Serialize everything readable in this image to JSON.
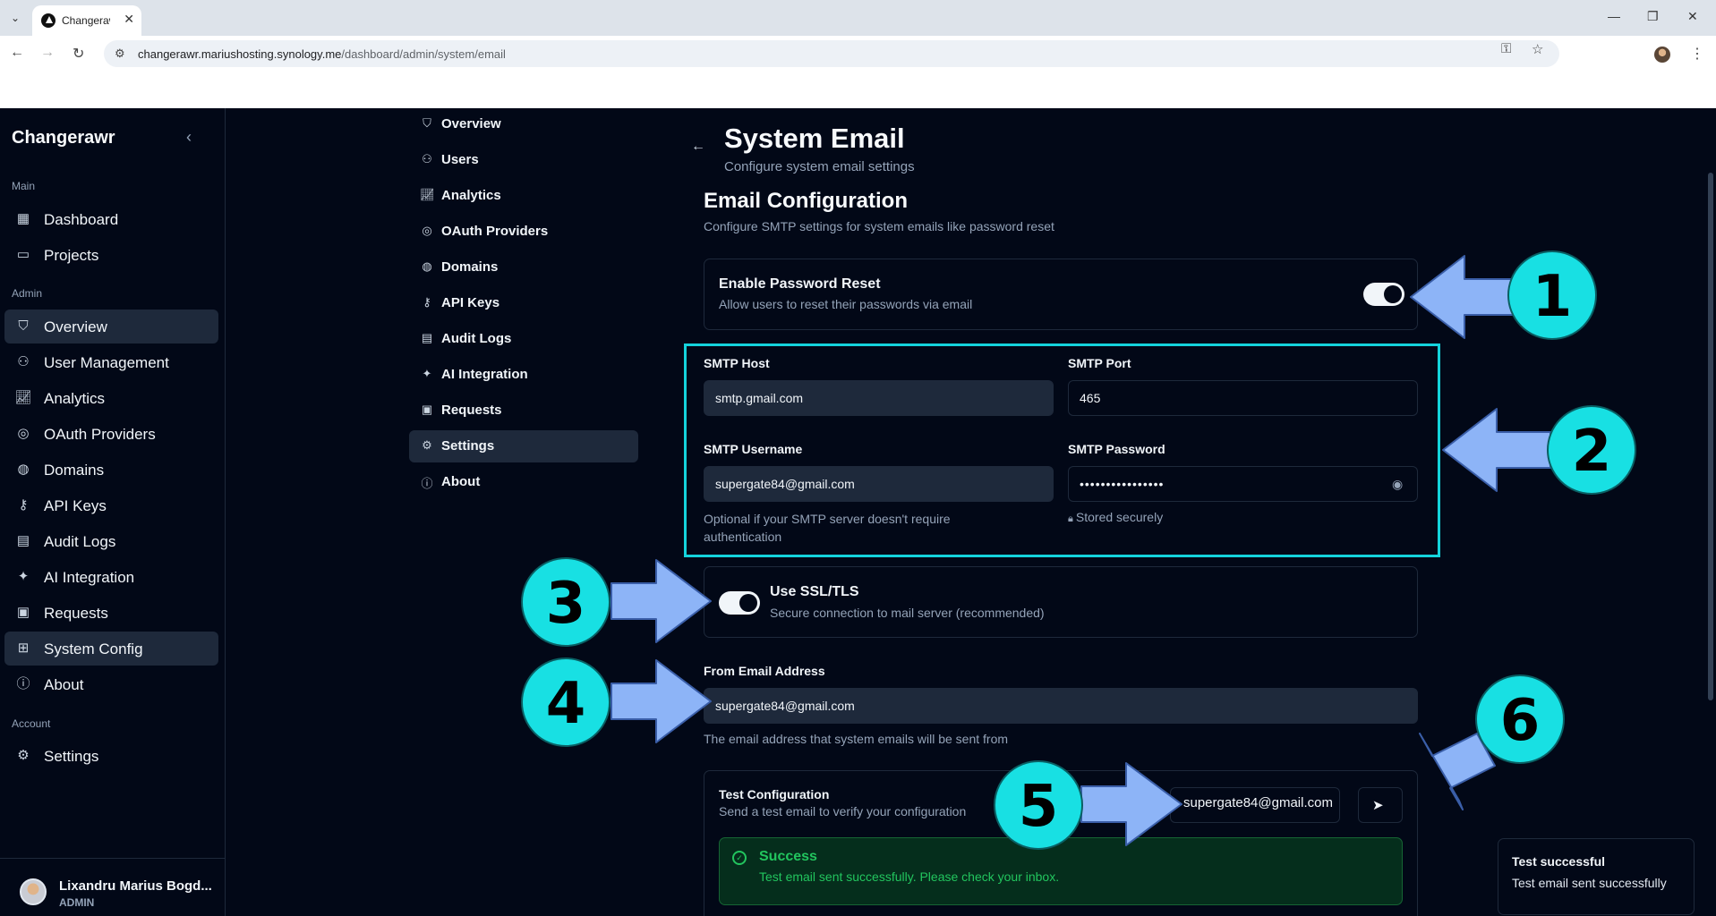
{
  "browser": {
    "tab_title": "Changerawr",
    "url_host": "changerawr.mariushosting.synology.me",
    "url_path": "/dashboard/admin/system/email"
  },
  "sidebar": {
    "brand": "Changerawr",
    "sections": {
      "main": "Main",
      "admin": "Admin",
      "account": "Account"
    },
    "main_items": [
      {
        "label": "Dashboard",
        "icon": "grid-icon"
      },
      {
        "label": "Projects",
        "icon": "folder-icon"
      }
    ],
    "admin_items": [
      {
        "label": "Overview",
        "icon": "shield-icon",
        "active": true
      },
      {
        "label": "User Management",
        "icon": "users-icon"
      },
      {
        "label": "Analytics",
        "icon": "chart-icon"
      },
      {
        "label": "OAuth Providers",
        "icon": "fingerprint-icon"
      },
      {
        "label": "Domains",
        "icon": "globe-icon"
      },
      {
        "label": "API Keys",
        "icon": "key-icon"
      },
      {
        "label": "Audit Logs",
        "icon": "file-icon"
      },
      {
        "label": "AI Integration",
        "icon": "sparkle-icon"
      },
      {
        "label": "Requests",
        "icon": "clipboard-icon"
      },
      {
        "label": "System Config",
        "icon": "config-icon",
        "active": true
      },
      {
        "label": "About",
        "icon": "info-icon"
      }
    ],
    "account_items": [
      {
        "label": "Settings",
        "icon": "gear-icon"
      }
    ],
    "user": {
      "name": "Lixandru Marius Bogd...",
      "role": "ADMIN"
    }
  },
  "subnav": [
    {
      "label": "Overview",
      "icon": "shield-icon"
    },
    {
      "label": "Users",
      "icon": "users-icon"
    },
    {
      "label": "Analytics",
      "icon": "chart-icon"
    },
    {
      "label": "OAuth Providers",
      "icon": "fingerprint-icon"
    },
    {
      "label": "Domains",
      "icon": "globe-icon"
    },
    {
      "label": "API Keys",
      "icon": "key-icon"
    },
    {
      "label": "Audit Logs",
      "icon": "file-icon"
    },
    {
      "label": "AI Integration",
      "icon": "sparkle-icon"
    },
    {
      "label": "Requests",
      "icon": "clipboard-icon"
    },
    {
      "label": "Settings",
      "icon": "gear-icon",
      "active": true
    },
    {
      "label": "About",
      "icon": "info-icon"
    }
  ],
  "page": {
    "title": "System Email",
    "subtitle": "Configure system email settings",
    "section_title": "Email Configuration",
    "section_subtitle": "Configure SMTP settings for system emails like password reset"
  },
  "password_reset": {
    "title": "Enable Password Reset",
    "description": "Allow users to reset their passwords via email",
    "enabled": true
  },
  "smtp": {
    "host_label": "SMTP Host",
    "host": "smtp.gmail.com",
    "port_label": "SMTP Port",
    "port": "465",
    "username_label": "SMTP Username",
    "username": "supergate84@gmail.com",
    "username_help": "Optional if your SMTP server doesn't require authentication",
    "password_label": "SMTP Password",
    "password_mask": "••••••••••••••••",
    "password_help": "Stored securely"
  },
  "ssl": {
    "title": "Use SSL/TLS",
    "description": "Secure connection to mail server (recommended)",
    "enabled": true
  },
  "from": {
    "label": "From Email Address",
    "value": "supergate84@gmail.com",
    "help": "The email address that system emails will be sent from"
  },
  "test": {
    "title": "Test Configuration",
    "description": "Send a test email to verify your configuration",
    "recipient": "supergate84@gmail.com",
    "send_icon": "send-icon"
  },
  "result": {
    "title": "Success",
    "message": "Test email sent successfully. Please check your inbox."
  },
  "toast": {
    "title": "Test successful",
    "message": "Test email sent successfully"
  },
  "annotations": [
    "1",
    "2",
    "3",
    "4",
    "5",
    "6"
  ],
  "colors": {
    "highlight": "#14d3dc",
    "badge": "#18e0e3",
    "arrow": "#8db4f7",
    "success": "#22c55e"
  }
}
